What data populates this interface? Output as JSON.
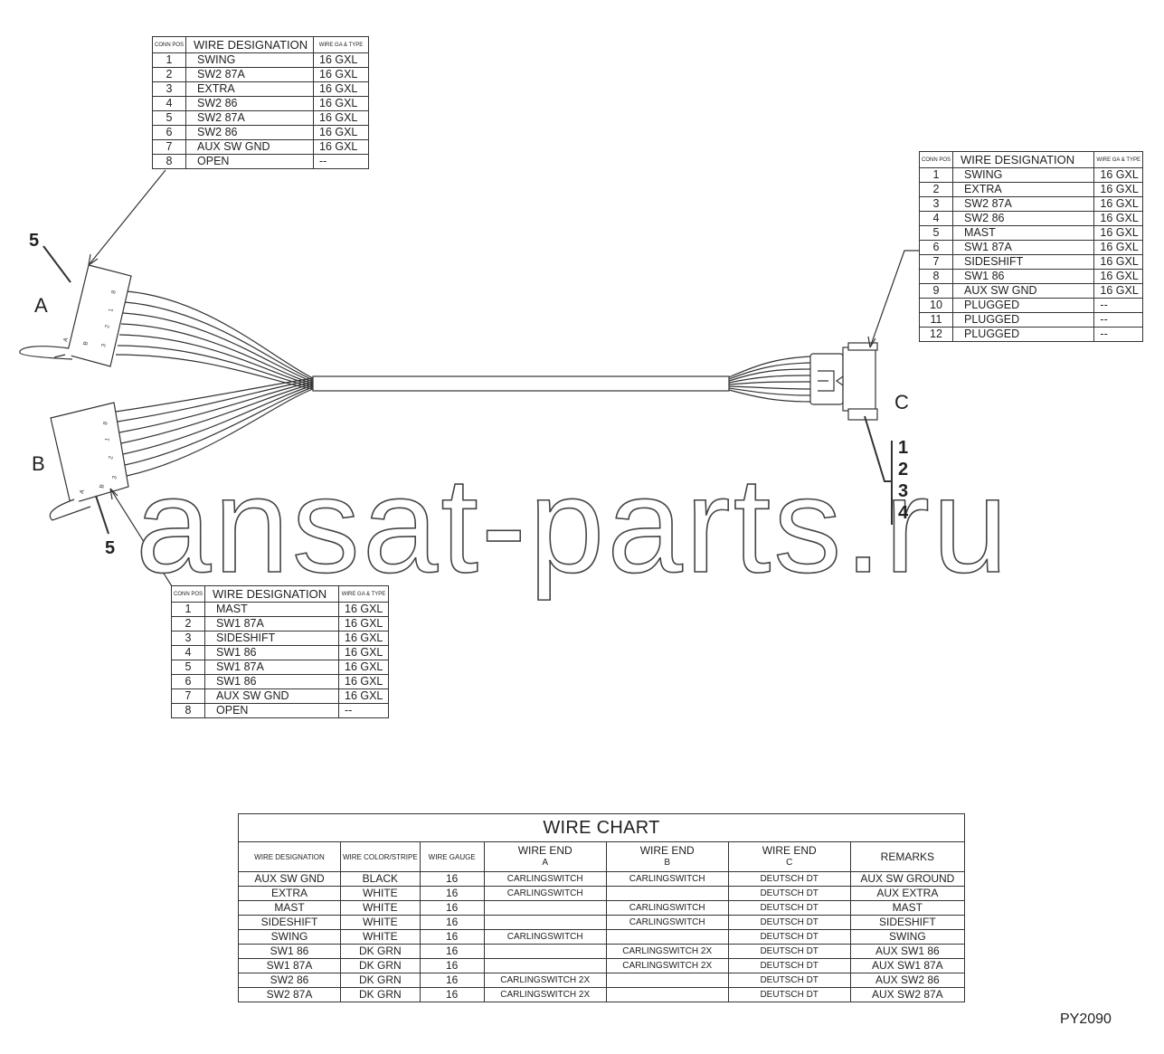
{
  "connector_a": {
    "headers": {
      "pos": "CONN POS",
      "designation": "WIRE DESIGNATION",
      "gauge": "WIRE GA & TYPE"
    },
    "rows": [
      {
        "pos": "1",
        "designation": "SWING",
        "gauge": "16 GXL"
      },
      {
        "pos": "2",
        "designation": "SW2 87A",
        "gauge": "16 GXL"
      },
      {
        "pos": "3",
        "designation": "EXTRA",
        "gauge": "16 GXL"
      },
      {
        "pos": "4",
        "designation": "SW2 86",
        "gauge": "16 GXL"
      },
      {
        "pos": "5",
        "designation": "SW2 87A",
        "gauge": "16 GXL"
      },
      {
        "pos": "6",
        "designation": "SW2 86",
        "gauge": "16 GXL"
      },
      {
        "pos": "7",
        "designation": "AUX SW GND",
        "gauge": "16 GXL"
      },
      {
        "pos": "8",
        "designation": "OPEN",
        "gauge": "--"
      }
    ]
  },
  "connector_b": {
    "headers": {
      "pos": "CONN POS",
      "designation": "WIRE DESIGNATION",
      "gauge": "WIRE GA & TYPE"
    },
    "rows": [
      {
        "pos": "1",
        "designation": "MAST",
        "gauge": "16 GXL"
      },
      {
        "pos": "2",
        "designation": "SW1 87A",
        "gauge": "16 GXL"
      },
      {
        "pos": "3",
        "designation": "SIDESHIFT",
        "gauge": "16 GXL"
      },
      {
        "pos": "4",
        "designation": "SW1 86",
        "gauge": "16 GXL"
      },
      {
        "pos": "5",
        "designation": "SW1 87A",
        "gauge": "16 GXL"
      },
      {
        "pos": "6",
        "designation": "SW1 86",
        "gauge": "16 GXL"
      },
      {
        "pos": "7",
        "designation": "AUX SW GND",
        "gauge": "16 GXL"
      },
      {
        "pos": "8",
        "designation": "OPEN",
        "gauge": "--"
      }
    ]
  },
  "connector_c": {
    "headers": {
      "pos": "CONN POS",
      "designation": "WIRE DESIGNATION",
      "gauge": "WIRE GA & TYPE"
    },
    "rows": [
      {
        "pos": "1",
        "designation": "SWING",
        "gauge": "16 GXL"
      },
      {
        "pos": "2",
        "designation": "EXTRA",
        "gauge": "16 GXL"
      },
      {
        "pos": "3",
        "designation": "SW2 87A",
        "gauge": "16 GXL"
      },
      {
        "pos": "4",
        "designation": "SW2 86",
        "gauge": "16 GXL"
      },
      {
        "pos": "5",
        "designation": "MAST",
        "gauge": "16 GXL"
      },
      {
        "pos": "6",
        "designation": "SW1 87A",
        "gauge": "16 GXL"
      },
      {
        "pos": "7",
        "designation": "SIDESHIFT",
        "gauge": "16 GXL"
      },
      {
        "pos": "8",
        "designation": "SW1 86",
        "gauge": "16 GXL"
      },
      {
        "pos": "9",
        "designation": "AUX SW GND",
        "gauge": "16 GXL"
      },
      {
        "pos": "10",
        "designation": "PLUGGED",
        "gauge": "--"
      },
      {
        "pos": "11",
        "designation": "PLUGGED",
        "gauge": "--"
      },
      {
        "pos": "12",
        "designation": "PLUGGED",
        "gauge": "--"
      }
    ]
  },
  "labels": {
    "a": "A",
    "b": "B",
    "c": "C",
    "callout_a": "5",
    "callout_b": "5",
    "callout_c": [
      "1",
      "2",
      "3",
      "4"
    ],
    "pin_a": [
      "8",
      "1",
      "2",
      "3",
      "B",
      "A"
    ],
    "pin_b": [
      "8",
      "1",
      "2",
      "3",
      "B",
      "A"
    ]
  },
  "wire_chart": {
    "title": "WIRE CHART",
    "headers": {
      "designation": "WIRE DESIGNATION",
      "color": "WIRE COLOR/STRIPE",
      "gauge": "WIRE GAUGE",
      "end_a": {
        "label": "WIRE END",
        "sub": "A"
      },
      "end_b": {
        "label": "WIRE END",
        "sub": "B"
      },
      "end_c": {
        "label": "WIRE END",
        "sub": "C"
      },
      "remarks": "REMARKS"
    },
    "rows": [
      {
        "designation": "AUX SW GND",
        "color": "BLACK",
        "gauge": "16",
        "end_a": "CARLINGSWITCH",
        "end_b": "CARLINGSWITCH",
        "end_c": "DEUTSCH DT",
        "remarks": "AUX SW GROUND"
      },
      {
        "designation": "EXTRA",
        "color": "WHITE",
        "gauge": "16",
        "end_a": "CARLINGSWITCH",
        "end_b": "",
        "end_c": "DEUTSCH DT",
        "remarks": "AUX EXTRA"
      },
      {
        "designation": "MAST",
        "color": "WHITE",
        "gauge": "16",
        "end_a": "",
        "end_b": "CARLINGSWITCH",
        "end_c": "DEUTSCH DT",
        "remarks": "MAST"
      },
      {
        "designation": "SIDESHIFT",
        "color": "WHITE",
        "gauge": "16",
        "end_a": "",
        "end_b": "CARLINGSWITCH",
        "end_c": "DEUTSCH DT",
        "remarks": "SIDESHIFT"
      },
      {
        "designation": "SWING",
        "color": "WHITE",
        "gauge": "16",
        "end_a": "CARLINGSWITCH",
        "end_b": "",
        "end_c": "DEUTSCH DT",
        "remarks": "SWING"
      },
      {
        "designation": "SW1 86",
        "color": "DK GRN",
        "gauge": "16",
        "end_a": "",
        "end_b": "CARLINGSWITCH 2X",
        "end_c": "DEUTSCH DT",
        "remarks": "AUX SW1 86"
      },
      {
        "designation": "SW1 87A",
        "color": "DK GRN",
        "gauge": "16",
        "end_a": "",
        "end_b": "CARLINGSWITCH 2X",
        "end_c": "DEUTSCH DT",
        "remarks": "AUX SW1 87A"
      },
      {
        "designation": "SW2 86",
        "color": "DK GRN",
        "gauge": "16",
        "end_a": "CARLINGSWITCH 2X",
        "end_b": "",
        "end_c": "DEUTSCH DT",
        "remarks": "AUX SW2 86"
      },
      {
        "designation": "SW2 87A",
        "color": "DK GRN",
        "gauge": "16",
        "end_a": "CARLINGSWITCH 2X",
        "end_b": "",
        "end_c": "DEUTSCH DT",
        "remarks": "AUX SW2 87A"
      }
    ]
  },
  "drawing_code": "PY2090",
  "watermark": "ansat-parts.ru",
  "colors": {
    "line": "#333333",
    "watermark_stroke": "#444444"
  }
}
